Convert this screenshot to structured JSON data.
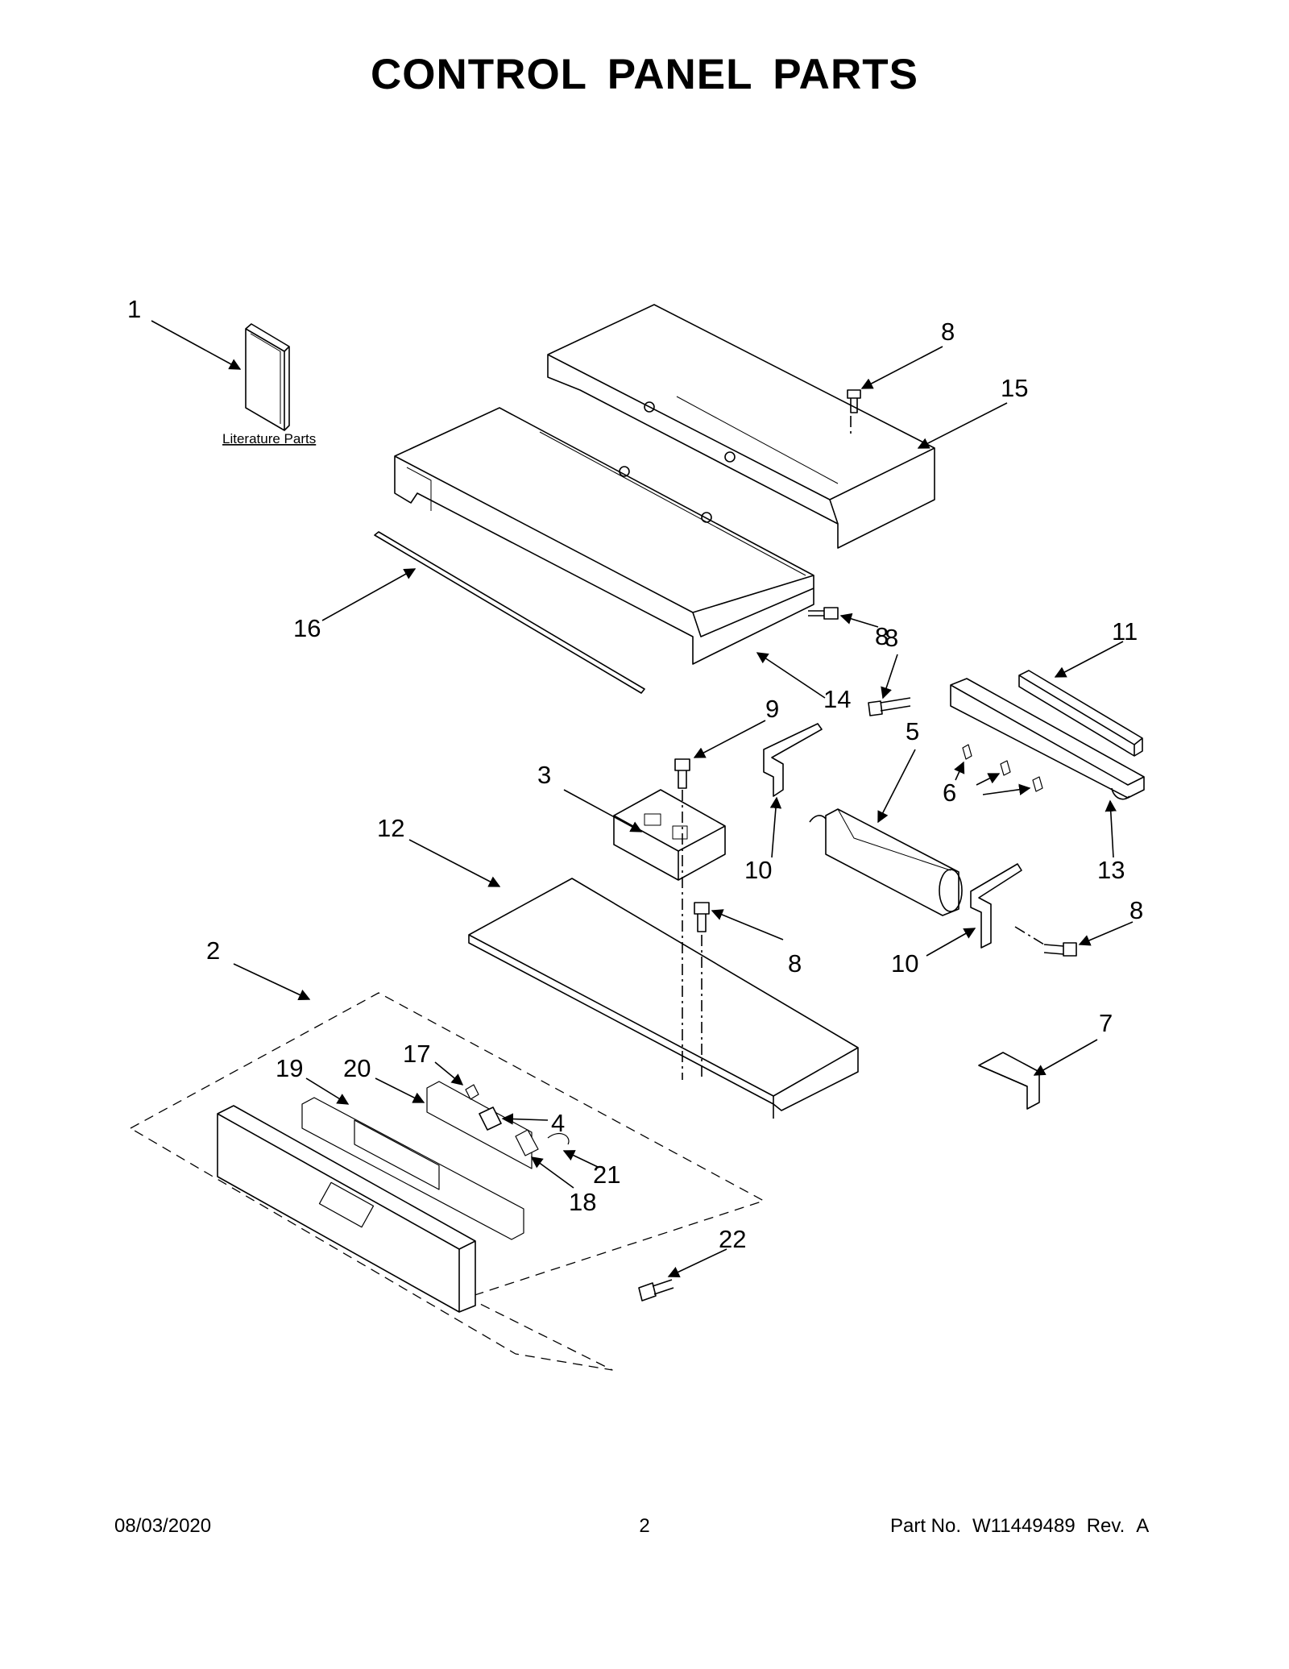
{
  "title": "CONTROL PANEL PARTS",
  "literature_label": "Literature Parts",
  "callouts": {
    "c1": "1",
    "c2": "2",
    "c3": "3",
    "c4": "4",
    "c5": "5",
    "c6": "6",
    "c7": "7",
    "c8a": "8",
    "c8b": "8",
    "c8c": "8",
    "c8d": "8",
    "c8e": "8",
    "c9": "9",
    "c10a": "10",
    "c10b": "10",
    "c11": "11",
    "c12": "12",
    "c13": "13",
    "c14": "14",
    "c15": "15",
    "c16": "16",
    "c17": "17",
    "c18": "18",
    "c19": "19",
    "c20": "20",
    "c21": "21",
    "c22": "22"
  },
  "footer": {
    "date": "08/03/2020",
    "page": "2",
    "part_label": "Part No.",
    "part_number": "W11449489",
    "rev_label": "Rev.",
    "rev": "A"
  }
}
